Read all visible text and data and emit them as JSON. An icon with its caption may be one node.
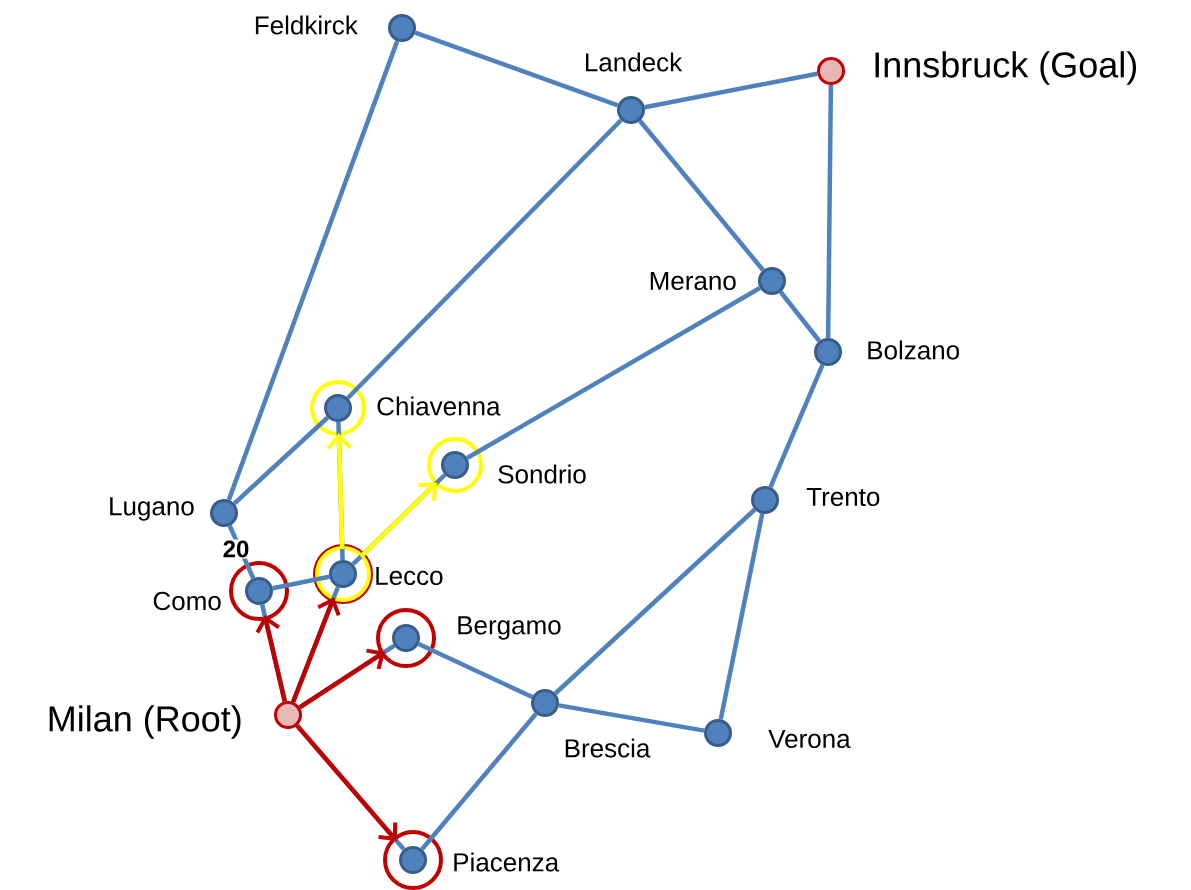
{
  "diagram": {
    "nodes": [
      {
        "text": [],
        "shape": "circle",
        "beside": [
          "Feldkirck"
        ]
      },
      {
        "text": [],
        "shape": "circle",
        "beside": [
          "Landeck"
        ]
      },
      {
        "text": [],
        "shape": "circle",
        "beside": [
          "Innsbruck (Goal)"
        ]
      },
      {
        "text": [],
        "shape": "circle",
        "beside": [
          "Merano"
        ]
      },
      {
        "text": [],
        "shape": "circle",
        "beside": [
          "Bolzano"
        ]
      },
      {
        "text": [],
        "shape": "circle",
        "beside": [
          "Chiavenna"
        ]
      },
      {
        "text": [],
        "shape": "circle",
        "beside": [
          "Sondrio"
        ]
      },
      {
        "text": [],
        "shape": "circle",
        "beside": [
          "Lugano"
        ]
      },
      {
        "text": [],
        "shape": "circle",
        "beside": [
          "Trento"
        ]
      },
      {
        "text": [],
        "shape": "circle",
        "beside": [
          "Como"
        ]
      },
      {
        "text": [],
        "shape": "circle",
        "beside": [
          "Lecco"
        ]
      },
      {
        "text": [],
        "shape": "circle",
        "beside": [
          "Bergamo"
        ]
      },
      {
        "text": [],
        "shape": "circle",
        "beside": [
          "Milan (Root)"
        ]
      },
      {
        "text": [],
        "shape": "circle",
        "beside": [
          "Brescia"
        ]
      },
      {
        "text": [],
        "shape": "circle",
        "beside": [
          "Verona"
        ]
      },
      {
        "text": [],
        "shape": "circle",
        "beside": [
          "Piacenza"
        ]
      }
    ],
    "edges": [
      {
        "from": 0,
        "to": 1,
        "arrow": "none"
      },
      {
        "from": 0,
        "to": 7,
        "arrow": "none"
      },
      {
        "from": 1,
        "to": 2,
        "arrow": "none"
      },
      {
        "from": 1,
        "to": 5,
        "arrow": "none"
      },
      {
        "from": 1,
        "to": 3,
        "arrow": "none"
      },
      {
        "from": 2,
        "to": 4,
        "arrow": "none"
      },
      {
        "from": 3,
        "to": 4,
        "arrow": "none"
      },
      {
        "from": 3,
        "to": 6,
        "arrow": "none"
      },
      {
        "from": 4,
        "to": 8,
        "arrow": "none"
      },
      {
        "from": 5,
        "to": 7,
        "arrow": "none"
      },
      {
        "from": 7,
        "to": 9,
        "arrow": "none"
      },
      {
        "from": 9,
        "to": 10,
        "arrow": "none"
      },
      {
        "from": 10,
        "to": 5,
        "arrow": "none"
      },
      {
        "from": 10,
        "to": 6,
        "arrow": "none"
      },
      {
        "from": 12,
        "to": 9,
        "arrow": "none"
      },
      {
        "from": 12,
        "to": 10,
        "arrow": "none"
      },
      {
        "from": 12,
        "to": 11,
        "arrow": "none"
      },
      {
        "from": 12,
        "to": 15,
        "arrow": "none"
      },
      {
        "from": 11,
        "to": 13,
        "arrow": "none"
      },
      {
        "from": 13,
        "to": 8,
        "arrow": "none"
      },
      {
        "from": 13,
        "to": 15,
        "arrow": "none"
      },
      {
        "from": 13,
        "to": 14,
        "arrow": "none"
      },
      {
        "from": 8,
        "to": 14,
        "arrow": "none"
      },
      {
        "from": 12,
        "to": 9,
        "arrow": "to",
        "color": "#c00000"
      },
      {
        "from": 12,
        "to": 10,
        "arrow": "to",
        "color": "#c00000"
      },
      {
        "from": 12,
        "to": 11,
        "arrow": "to",
        "color": "#c00000"
      },
      {
        "from": 12,
        "to": 15,
        "arrow": "to",
        "color": "#c00000"
      },
      {
        "from": 10,
        "to": 5,
        "arrow": "to",
        "color": "#ffff00"
      },
      {
        "from": 10,
        "to": 6,
        "arrow": "to",
        "color": "#ffff00"
      }
    ],
    "labels": [
      "20"
    ]
  }
}
